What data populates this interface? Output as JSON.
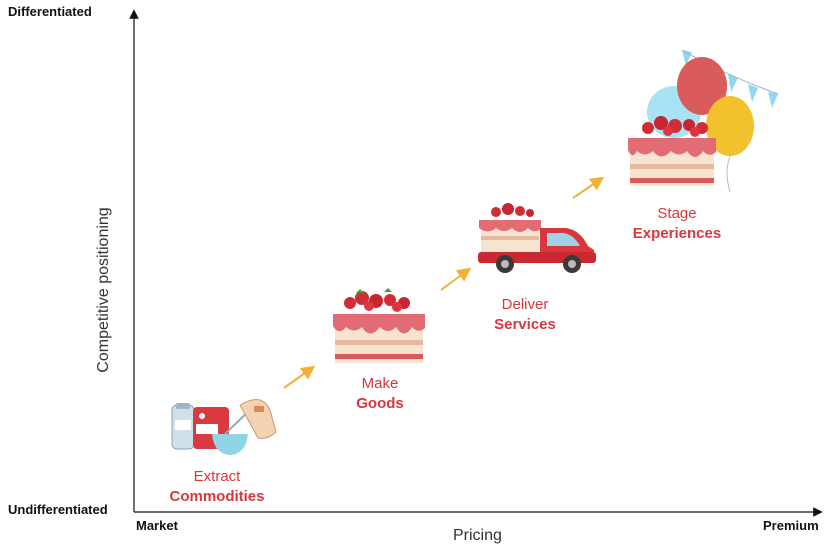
{
  "axes": {
    "y_top": "Differentiated",
    "y_bottom": "Undifferentiated",
    "y_title": "Competitive positioning",
    "x_left": "Market",
    "x_right": "Premium",
    "x_title": "Pricing"
  },
  "stages": [
    {
      "verb": "Extract",
      "noun": "Commodities",
      "icon": "baking-ingredients-icon"
    },
    {
      "verb": "Make",
      "noun": "Goods",
      "icon": "cake-icon"
    },
    {
      "verb": "Deliver",
      "noun": "Services",
      "icon": "delivery-truck-icon"
    },
    {
      "verb": "Stage",
      "noun": "Experiences",
      "icon": "party-cake-balloons-icon"
    }
  ],
  "colors": {
    "label_red": "#d9363e",
    "arrow_orange": "#f2b134",
    "axis": "#111111"
  }
}
